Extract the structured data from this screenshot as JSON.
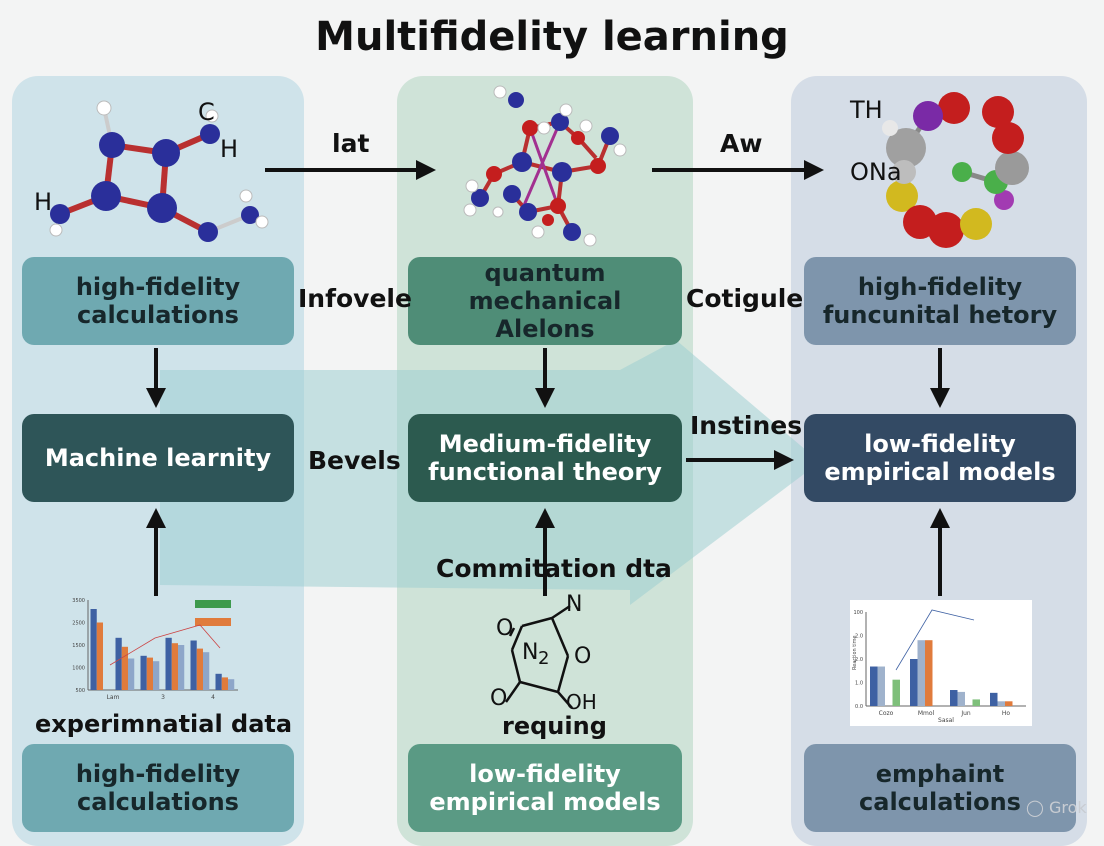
{
  "title": "Multifidelity learning",
  "columns": {
    "left": {
      "top_box": "high-fidelity calculations",
      "mid_box": "Machine learnity",
      "caption": "experimnatial data",
      "bottom_box": "high-fidelity calculations",
      "molecule_labels": [
        "C",
        "H",
        "H"
      ]
    },
    "middle": {
      "top_box": "quantum mechanical Alelons",
      "mid_box": "Medium-fidelity functional theory",
      "data_label": "Commitation dta",
      "caption": "requing",
      "bottom_box": "low-fidelity empirical models",
      "structure_labels": [
        "N",
        "O",
        "N",
        "2",
        "O",
        "O",
        "OH"
      ]
    },
    "right": {
      "top_box": "high-fidelity funcunital hetory",
      "mid_box": "low-fidelity empirical models",
      "bottom_box": "emphaint calculations",
      "molecule_labels": [
        "TH",
        "ONa"
      ]
    }
  },
  "arrow_labels": {
    "top_left": "lat",
    "top_right": "Aw",
    "mid_left": "Infovele",
    "mid_right": "Cotigule",
    "lower_left": "Bevels",
    "lower_right": "Instines"
  },
  "watermark": "Grok",
  "colors": {
    "left_box": "#6fa9b1",
    "left_dark": "#2e5558",
    "mid_box": "#4f8d77",
    "mid_dark": "#2c5a4f",
    "right_box": "#7e95ac",
    "right_dark": "#334a64",
    "atom_blue": "#2a2f9a",
    "atom_red": "#c41e1e",
    "bond_red": "#b93030"
  },
  "chart_data": [
    {
      "type": "bar",
      "title": "",
      "ylabels": [
        "3500",
        "2500",
        "1500",
        "1000",
        "500"
      ],
      "xlabels": [
        "Lam",
        "3",
        "4"
      ],
      "series": [
        {
          "color": "#3e61a3",
          "values": [
            0.9,
            0.58,
            0.38,
            0.58,
            0.55,
            0.18
          ]
        },
        {
          "color": "#e07b3c",
          "values": [
            0.75,
            0.48,
            0.36,
            0.52,
            0.46,
            0.14
          ]
        },
        {
          "color": "#8ea6c9",
          "values": [
            0.0,
            0.35,
            0.32,
            0.5,
            0.42,
            0.12
          ]
        }
      ],
      "legend_colors": [
        "#3d9a4d",
        "#e07b3c"
      ]
    },
    {
      "type": "bar",
      "title": "",
      "ylabels": [
        "100",
        "2.0",
        "2.0",
        "1.0",
        "0.0"
      ],
      "xlabels": [
        "Cozo",
        "Mmol",
        "Jun",
        "Ho"
      ],
      "ylabel": "Reaction time",
      "xlabel": "Sasal",
      "series": [
        {
          "color": "#3e61a3",
          "values": [
            0.42,
            0.5,
            0.17,
            0.14
          ]
        },
        {
          "color": "#9fb2cc",
          "values": [
            0.42,
            0.7,
            0.15,
            0.05
          ]
        },
        {
          "color": "#e07b3c",
          "values": [
            0.0,
            0.7,
            0.0,
            0.05
          ]
        },
        {
          "color": "#7ebf7a",
          "values": [
            0.28,
            0.0,
            0.07,
            0.0
          ]
        }
      ]
    }
  ]
}
